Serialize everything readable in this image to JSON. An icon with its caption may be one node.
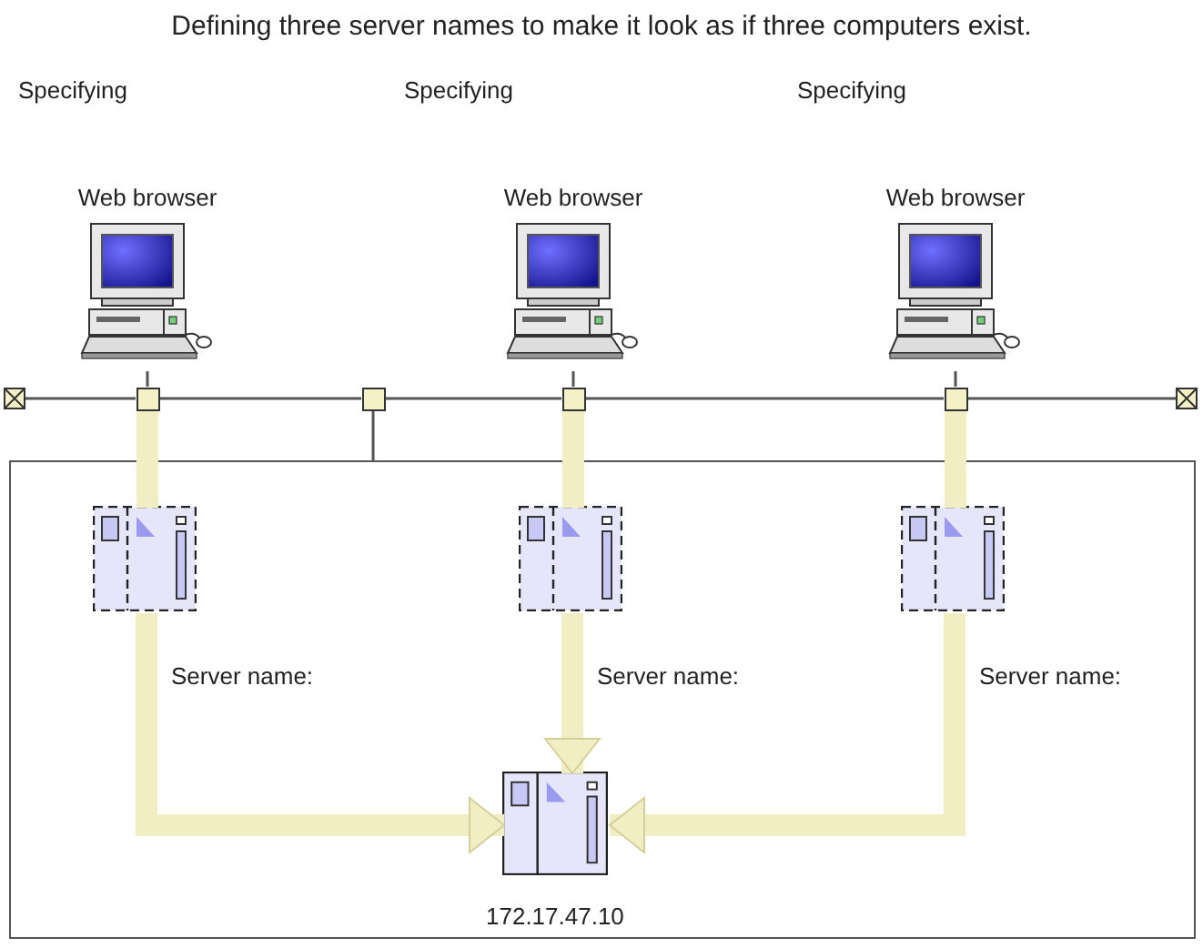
{
  "diagram": {
    "title": "Defining three server names to make it look as if three computers exist.",
    "nodes": [
      {
        "text": [
          "Web browser"
        ],
        "beside": [
          "Specifying"
        ]
      },
      {
        "text": [
          "Web browser"
        ],
        "beside": [
          "Specifying"
        ]
      },
      {
        "text": [
          "Web browser"
        ],
        "beside": [
          "Specifying"
        ]
      },
      {
        "text": [],
        "shape": "box"
      },
      {
        "text": [],
        "shape": "box",
        "in": 3,
        "beside": [
          "Server name:"
        ]
      },
      {
        "text": [],
        "shape": "box",
        "in": 3,
        "beside": [
          "Server name:"
        ]
      },
      {
        "text": [],
        "shape": "box",
        "in": 3,
        "beside": [
          "Server name:"
        ]
      },
      {
        "text": [],
        "shape": "box",
        "in": 3,
        "beside": [
          "172.17.47.10"
        ]
      },
      {
        "text": [],
        "shape": "box"
      },
      {
        "text": [],
        "shape": "box"
      },
      {
        "text": [],
        "shape": "box"
      },
      {
        "text": [],
        "shape": "box"
      },
      {
        "text": [],
        "shape": "box"
      },
      {
        "text": [],
        "shape": "box"
      }
    ],
    "edges": [
      {
        "from": 9,
        "to": 4,
        "arrow": "none",
        "style": "thick",
        "color": "#f2eec4"
      },
      {
        "from": 11,
        "to": 5,
        "arrow": "none",
        "style": "thick",
        "color": "#f2eec4"
      },
      {
        "from": 12,
        "to": 6,
        "arrow": "none",
        "style": "thick",
        "color": "#f2eec4"
      },
      {
        "from": 4,
        "to": 7,
        "arrow": "to",
        "style": "thick",
        "color": "#f2eec4"
      },
      {
        "from": 5,
        "to": 7,
        "arrow": "to",
        "style": "thick",
        "color": "#f2eec4"
      },
      {
        "from": 6,
        "to": 7,
        "arrow": "to",
        "style": "thick",
        "color": "#f2eec4"
      },
      {
        "from": 8,
        "to": 9,
        "arrow": "none"
      },
      {
        "from": 9,
        "to": 10,
        "arrow": "none"
      },
      {
        "from": 10,
        "to": 11,
        "arrow": "none"
      },
      {
        "from": 11,
        "to": 12,
        "arrow": "none"
      },
      {
        "from": 12,
        "to": 13,
        "arrow": "none"
      },
      {
        "from": 0,
        "to": 9,
        "arrow": "none"
      },
      {
        "from": 1,
        "to": 11,
        "arrow": "none"
      },
      {
        "from": 2,
        "to": 12,
        "arrow": "none"
      },
      {
        "from": 10,
        "to": 3,
        "arrow": "none"
      }
    ]
  }
}
